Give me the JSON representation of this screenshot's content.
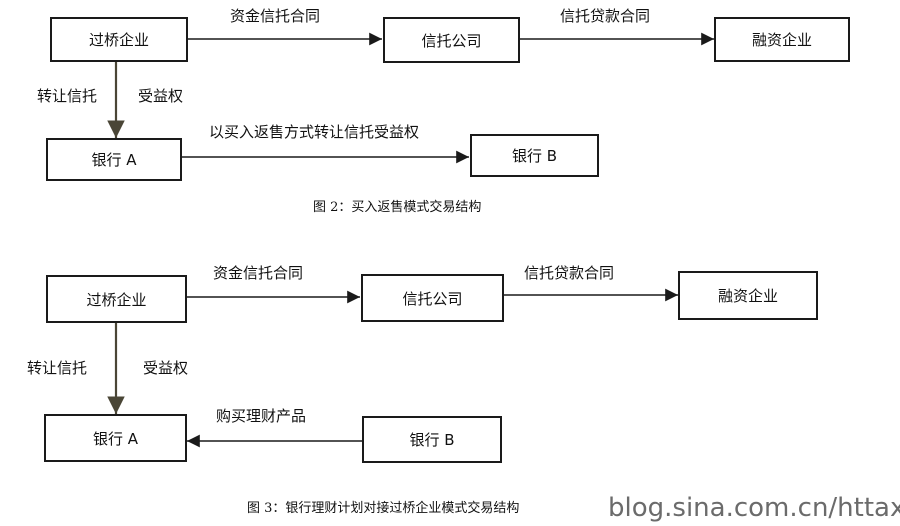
{
  "diagram2": {
    "nodes": {
      "bridge": "过桥企业",
      "trust": "信托公司",
      "finance": "融资企业",
      "bank_a": "银行 A",
      "bank_b": "银行 B"
    },
    "edges": {
      "fund_trust": "资金信托合同",
      "trust_loan": "信托贷款合同",
      "transfer_trust": "转让信托",
      "beneficial_right": "受益权",
      "repo_transfer": "以买入返售方式转让信托受益权"
    },
    "caption": "图 2：买入返售模式交易结构"
  },
  "diagram3": {
    "nodes": {
      "bridge": "过桥企业",
      "trust": "信托公司",
      "finance": "融资企业",
      "bank_a": "银行 A",
      "bank_b": "银行 B"
    },
    "edges": {
      "fund_trust": "资金信托合同",
      "trust_loan": "信托贷款合同",
      "transfer_trust": "转让信托",
      "beneficial_right": "受益权",
      "wealth_product": "购买理财产品"
    },
    "caption": "图 3：银行理财计划对接过桥企业模式交易结构"
  },
  "watermark": "blog.sina.com.cn/httax"
}
